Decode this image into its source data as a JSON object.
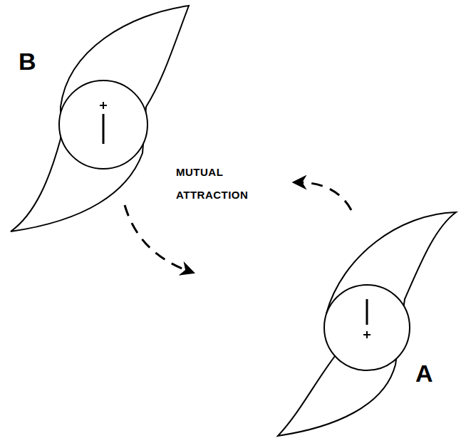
{
  "diagram": {
    "nodes": [
      {
        "text": [
          "B"
        ]
      },
      {
        "text": [
          "A"
        ]
      }
    ],
    "labels": [
      "MUTUAL ATTRACTION"
    ]
  }
}
